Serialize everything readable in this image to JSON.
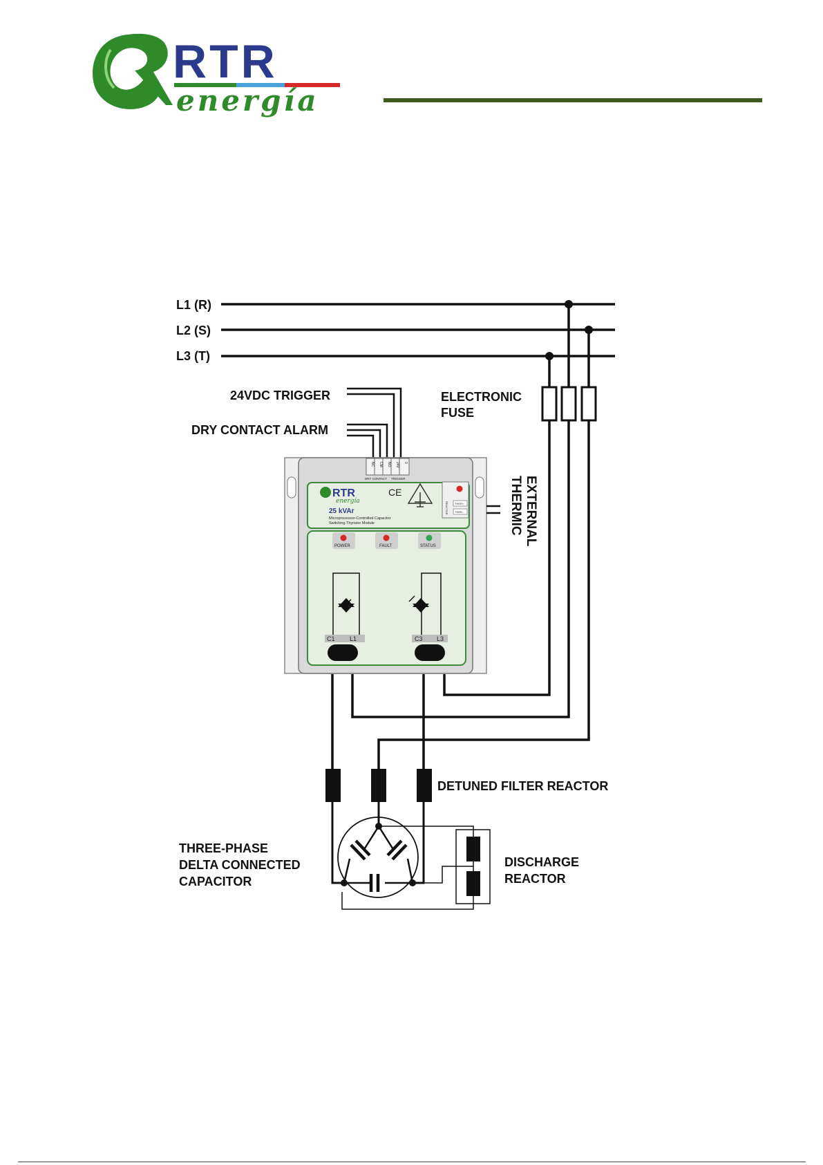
{
  "logo": {
    "brand": "RTR",
    "sub": "energía"
  },
  "colors": {
    "brand_green": "#2f8a2a",
    "brand_blue": "#2b3a8c",
    "brand_red": "#d62828",
    "rule": "#3f5a1e"
  },
  "lines": {
    "l1": "L1 (R)",
    "l2": "L2 (S)",
    "l3": "L3 (T)"
  },
  "labels": {
    "trigger": "24VDC TRIGGER",
    "alarm": "DRY CONTACT ALARM",
    "fuse_1": "ELECTRONIC",
    "fuse_2": "FUSE",
    "thermic_1": "EXTERNAL",
    "thermic_2": "THERMIC",
    "reactor": "DETUNED FILTER REACTOR",
    "cap_1": "THREE-PHASE",
    "cap_2": "DELTA CONNECTED",
    "cap_3": "CAPACITOR",
    "discharge_1": "DISCHARGE",
    "discharge_2": "REACTOR"
  },
  "module": {
    "brand": "RTR",
    "sub": "energía",
    "ce": "CE",
    "rating": "25 kVAr",
    "desc_1": "Microprocessor-Controlled Capacitor",
    "desc_2": "Switching Thyristor Module",
    "power": "POWER",
    "fault": "FAULT",
    "status": "STATUS",
    "c1": "C1",
    "l1": "L1",
    "c3": "C3",
    "l3": "L3",
    "term_nc": "NC",
    "term_cm": "CM",
    "term_no": "NO",
    "term_plus": "24V",
    "term_0": "0",
    "dry_contact": "DRY CONTACT",
    "trigger": "TRIGGER",
    "reactor_side": "REACTOR",
    "ther_p": "THER+",
    "ther_m": "THER-"
  }
}
